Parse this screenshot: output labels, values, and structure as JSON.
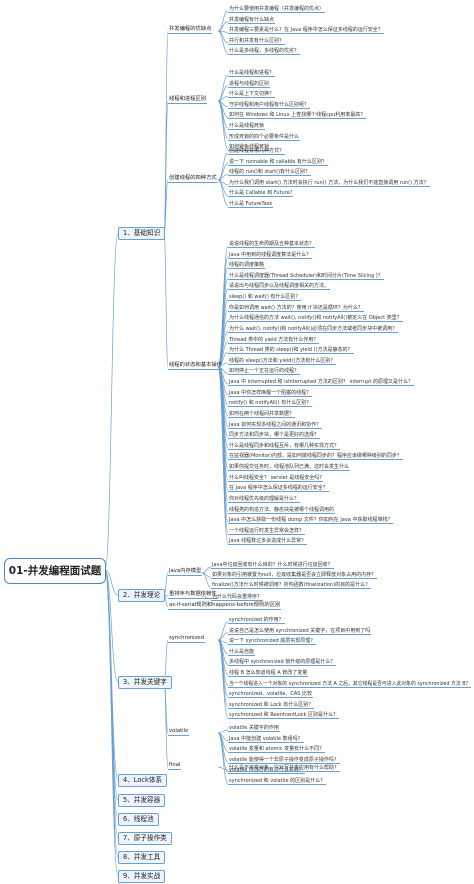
{
  "mindmap": {
    "root": "01-并发编程面试题",
    "branches": [
      {
        "label": "1、基础知识",
        "children": [
          {
            "label": "并发编程的优缺点",
            "leaves": [
              "为什么要使用并发编程（并发编程的优点）",
              "并发编程有什么缺点",
              "并发编程三要素是什么？在 Java 程序中怎么保证多线程的运行安全？",
              "并行和并发有什么区别？",
              "什么是多线程，多线程的优劣？"
            ]
          },
          {
            "label": "线程和进程区别",
            "leaves": [
              "什么是线程和进程？",
              "进程与线程的区别",
              "什么是上下文切换？",
              "守护线程和用户线程有什么区别呢？",
              "如何在 Windows 和 Linux 上查找哪个线程cpu利用率最高？",
              "什么是线程死锁",
              "形成死锁的四个必要条件是什么",
              "如何避免线程死锁"
            ]
          },
          {
            "label": "创建线程的四种方式",
            "leaves": [
              "创建线程有哪几种方式？",
              "说一下 runnable 和 callable 有什么区别？",
              "线程的 run()和 start()有什么区别？",
              "为什么我们调用 start() 方法时会执行 run() 方法，为什么我们不能直接调用 run() 方法？",
              "什么是 Callable 和 Future?",
              "什么是 FutureTask"
            ]
          },
          {
            "label": "线程的状态和基本操作",
            "leaves": [
              "说说线程的生命周期及五种基本状态？",
              "Java 中用到的线程调度算法是什么？",
              "线程的调度策略",
              "什么是线程调度器(Thread Scheduler)和时间分片(Time Slicing )？",
              "请说出与线程同步以及线程调度相关的方法。",
              "sleep() 和 wait() 有什么区别？",
              "你是如何调用 wait() 方法的？使用 if 块还是循环？为什么？",
              "为什么线程通信的方法 wait(), notify()和 notifyAll()被定义在 Object 类里？",
              "为什么 wait(), notify()和 notifyAll()必须在同步方法或者同步块中被调用？",
              "Thread 类中的 yield 方法有什么作用？",
              "为什么 Thread 类的 sleep()和 yield ()方法是静态的？",
              "线程的 sleep()方法和 yield()方法有什么区别？",
              "如何停止一个正在运行的线程？",
              "Java 中 interrupted 和 isInterrupted 方法的区别？ interrupt 的原理又是什么？",
              "Java 中你怎样唤醒一个阻塞的线程？",
              "notify() 和 notifyAll() 有什么区别？",
              "如何在两个线程间共享数据？",
              "Java 如何实现多线程之间的通讯和协作？",
              "同步方法和同步块，哪个是更好的选择？",
              "什么是线程同步和线程互斥，有哪几种实现方式？",
              "在监视器(Monitor)内部，是如何做线程同步的？程序应该做哪种级别的同步？",
              "如果你提交任务时，线程池队列已满，这时会发生什么",
              "什么叫线程安全？ servlet 是线程安全吗?",
              "在 Java 程序中怎么保证多线程的运行安全？",
              "你对线程优先级的理解是什么？",
              "线程类的构造方法、静态块是被哪个线程调用的",
              "Java 中怎么获取一份线程 dump 文件？你如何在 Java 中获取线程堆栈？",
              "一个线程运行时发生异常会怎样？",
              "Java 线程数过多会造成什么异常？"
            ]
          }
        ]
      },
      {
        "label": "2、并发理论",
        "children": [
          {
            "label": "Java内存模型",
            "leaves": [
              "Java中垃圾回收有什么目的？什么时候进行垃圾回收？",
              "如果对象的引用被置为null，垃圾收集器是否会立即释放对象占用的内存？",
              "finalize()方法什么时候被调用？析构函数(finalization)的目的是什么？"
            ]
          },
          {
            "label": "重排序与数据依赖性",
            "leaves": [
              "为什么代码会重排序？"
            ]
          },
          {
            "label": "as-if-serial规则和happens-before规则的区别",
            "leaves": []
          }
        ]
      },
      {
        "label": "3、并发关键字",
        "children": [
          {
            "label": "synchronized",
            "leaves": [
              "synchronized 的作用？",
              "说说自己是怎么使用 synchronized 关键字，在项目中用到了吗",
              "说一下 synchronized 底层实现原理？",
              "什么是自旋",
              "多线程中 synchronized 锁升级的原理是什么？",
              "线程 B 怎么知道线程 A 修改了变量",
              "当一个线程进入一个对象的 synchronized 方法 A 之后，其它线程是否可进入此对象的 synchronized 方法 B？",
              "synchronized、volatile、CAS 比较",
              "synchronized 和 Lock 有什么区别？",
              "synchronized 和 ReentrantLock 区别是什么？"
            ]
          },
          {
            "label": "volatile",
            "leaves": [
              "volatile 关键字的作用",
              "Java 中能创建 volatile 数组吗？",
              "volatile 变量和 atomic 变量有什么不同？",
              "volatile 能使得一个非原子操作变成原子操作吗？",
              "volatile 修饰符的有过什么实践？",
              "synchronized 和 volatile 的区别是什么？"
            ]
          },
          {
            "label": "final",
            "leaves": [
              "什么是不可变对象，它对写并发应用有什么帮助？"
            ]
          }
        ]
      },
      {
        "label": "4、Lock体系",
        "children": []
      },
      {
        "label": "5、并发容器",
        "children": []
      },
      {
        "label": "6、线程池",
        "children": []
      },
      {
        "label": "7、原子操作类",
        "children": []
      },
      {
        "label": "8、并发工具",
        "children": []
      },
      {
        "label": "9、并发实战",
        "children": []
      }
    ]
  },
  "colors": {
    "line": "#6a9fd0",
    "root_border": "#4a86c6",
    "branch_fill": "#eef4fb",
    "text": "#333333"
  }
}
